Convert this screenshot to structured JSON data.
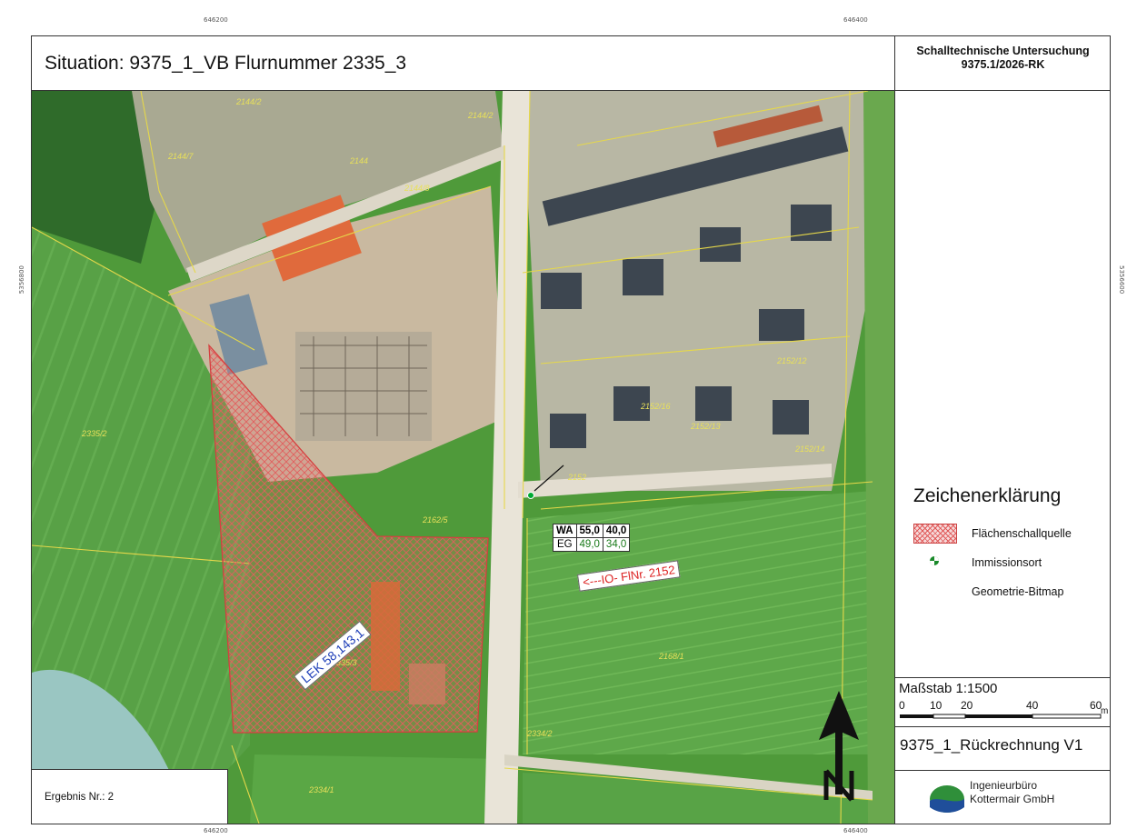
{
  "header": {
    "title": "Situation: 9375_1_VB Flurnummer 2335_3",
    "study_title": "Schalltechnische Untersuchung",
    "study_number": "9375.1/2026-RK"
  },
  "coordinates": {
    "top_left": "646200",
    "top_right": "646400",
    "bottom_left": "646200",
    "bottom_right": "646400",
    "left_side": "5356800",
    "right_side": "5356600"
  },
  "map": {
    "source_label": {
      "name": "LEK 58,143,1"
    },
    "immission_label": "<---IO- FlNr. 2152",
    "result_table": {
      "zone": "WA",
      "limit_day": "55,0",
      "limit_night": "40,0",
      "floor": "EG",
      "value_day": "49,0",
      "value_night": "34,0"
    },
    "parcel_labels": [
      "2144/2",
      "2144/7",
      "2144",
      "2144/8",
      "2144/2",
      "2335/2",
      "2162/5",
      "2168/1",
      "2334/1",
      "2334/2",
      "2335/3",
      "2152",
      "2152/16",
      "2152/14",
      "2152/13",
      "2152/12"
    ],
    "colors": {
      "source_hatch": "#e05a5a",
      "parcel_line": "#e6d84a",
      "grass": "#4f9a3a",
      "field": "#5ea84a"
    }
  },
  "legend": {
    "title": "Zeichenerklärung",
    "items": [
      {
        "label": "Flächenschallquelle",
        "icon": "hatch-swatch"
      },
      {
        "label": "Immissionsort",
        "icon": "immission-point-icon"
      },
      {
        "label": "Geometrie-Bitmap",
        "icon": ""
      }
    ]
  },
  "scale": {
    "label": "Maßstab 1:1500",
    "ticks": [
      "0",
      "10",
      "20",
      "40",
      "60"
    ],
    "unit": "m"
  },
  "project": {
    "name": "9375_1_Rückrechnung V1"
  },
  "company": {
    "line1": "Ingenieurbüro",
    "line2": "Kottermair GmbH"
  },
  "result": {
    "label": "Ergebnis Nr.: 2"
  }
}
